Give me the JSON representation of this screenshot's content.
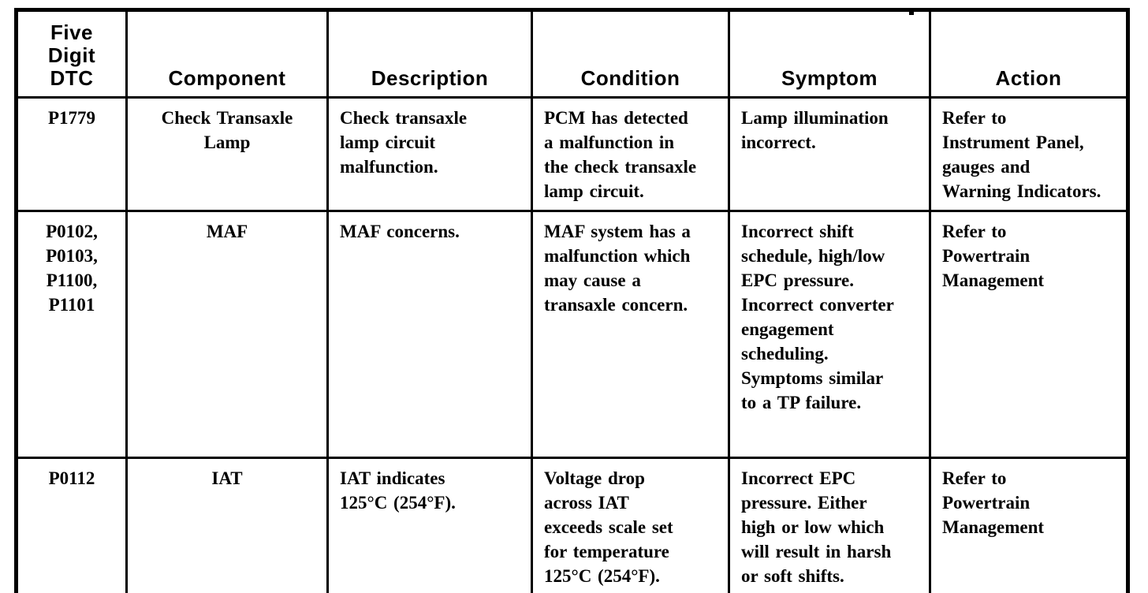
{
  "document": {
    "kind": "scanned service-manual DTC table",
    "background_color": "#ffffff",
    "ink_color": "#000000"
  },
  "table": {
    "headers": [
      {
        "key": "dtc",
        "label": "Five\nDigit\nDTC"
      },
      {
        "key": "component",
        "label": "Component"
      },
      {
        "key": "description",
        "label": "Description"
      },
      {
        "key": "condition",
        "label": "Condition"
      },
      {
        "key": "symptom",
        "label": "Symptom"
      },
      {
        "key": "action",
        "label": "Action"
      }
    ],
    "rows": [
      {
        "dtc": "P1779",
        "component": "Check Transaxle\nLamp",
        "description": "Check transaxle\nlamp circuit\nmalfunction.",
        "condition": "PCM has detected\na malfunction in\nthe check transaxle\nlamp circuit.",
        "symptom": "Lamp illumination\nincorrect.",
        "action": "Refer to\nInstrument Panel,\ngauges and\nWarning Indicators."
      },
      {
        "dtc": "P0102,\nP0103,\nP1100,\nP1101",
        "component": "MAF",
        "description": "MAF concerns.",
        "condition": "MAF system has a\nmalfunction which\nmay cause a\ntransaxle concern.",
        "symptom": "Incorrect shift\nschedule, high/low\nEPC pressure.\nIncorrect converter\nengagement\nscheduling.\nSymptoms similar\nto a TP failure.",
        "action": "Refer to\nPowertrain\nManagement"
      },
      {
        "dtc": "P0112",
        "component": "IAT",
        "description": "IAT indicates\n125°C (254°F).",
        "condition": "Voltage drop\nacross IAT\nexceeds scale set\nfor temperature\n125°C (254°F).",
        "symptom": "Incorrect EPC\npressure. Either\nhigh or low which\nwill result in harsh\nor soft shifts.",
        "action": "Refer to\nPowertrain\nManagement"
      }
    ]
  }
}
